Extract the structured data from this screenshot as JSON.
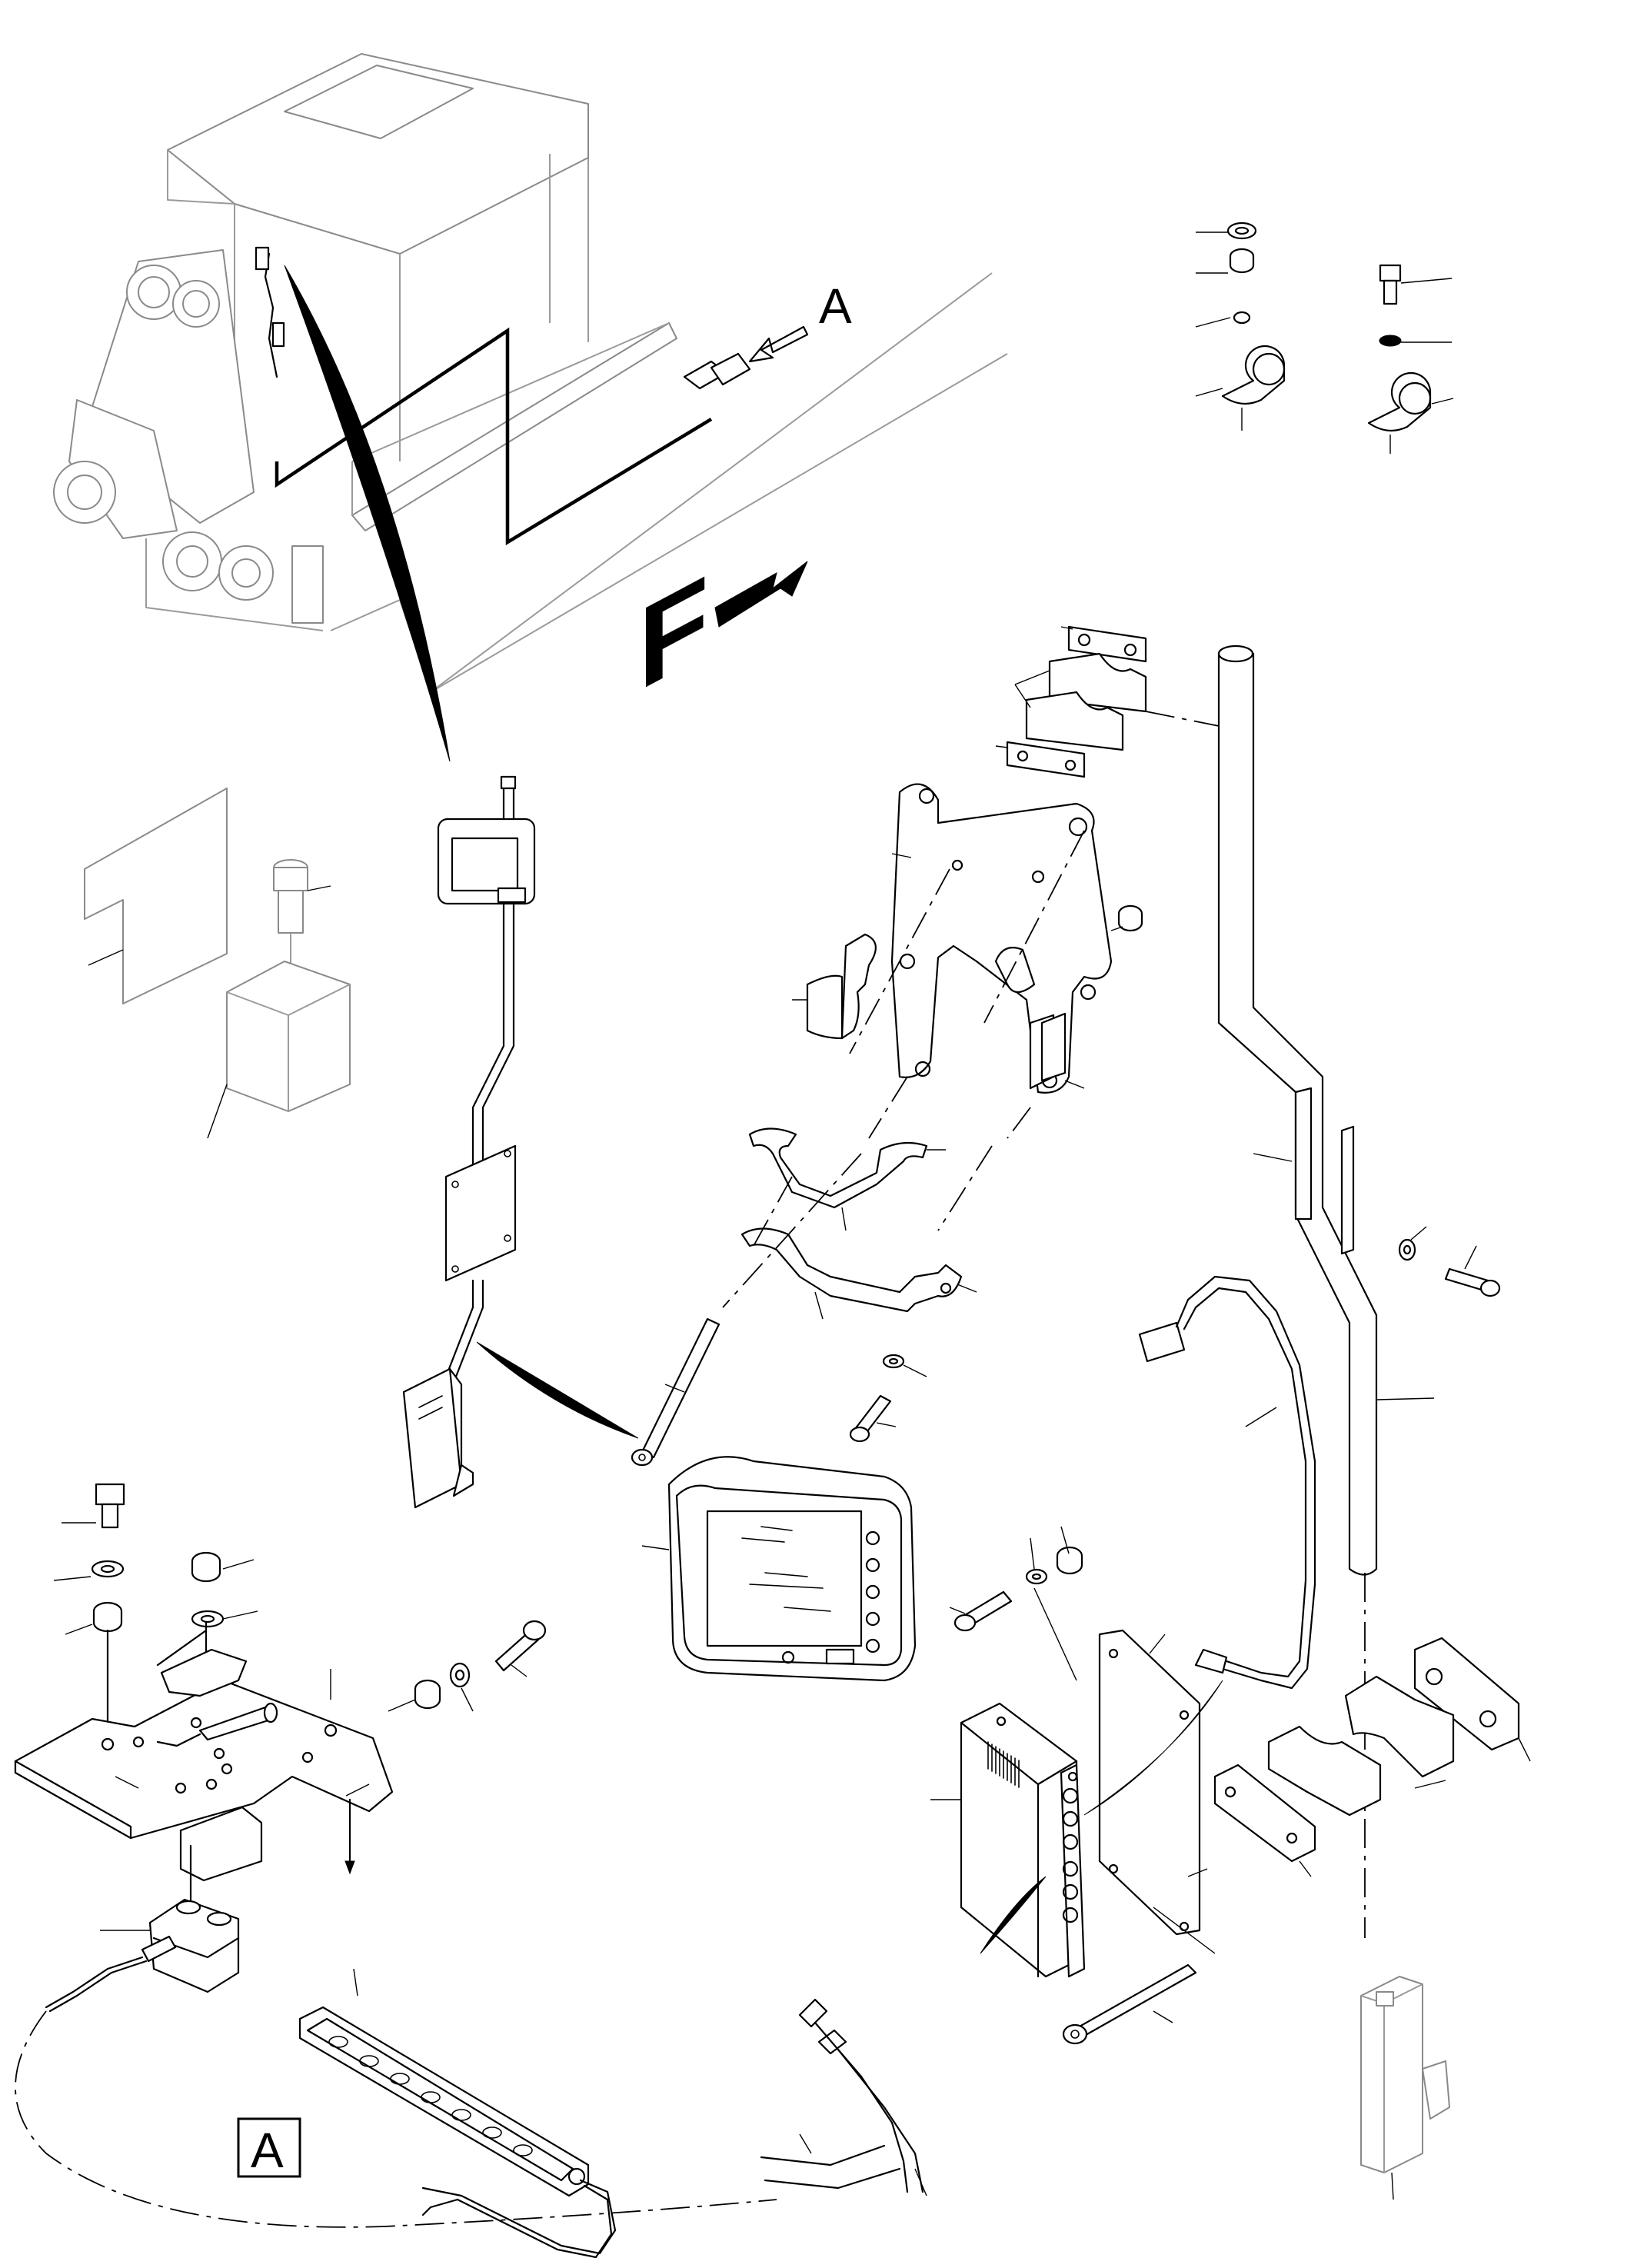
{
  "labels": {
    "view_a_arrow": "A",
    "view_a_box": "A",
    "forward": "F"
  },
  "colors": {
    "line": "#000000",
    "ghost_line": "#9a9a9a",
    "background": "#ffffff"
  }
}
